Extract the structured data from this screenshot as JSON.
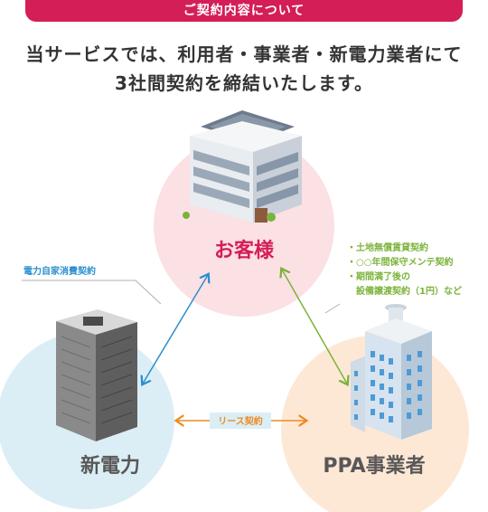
{
  "header": {
    "title": "ご契約内容について"
  },
  "intro": {
    "line1": "当サービスでは、利用者・事業者・新電力業者にて",
    "line2": "3社間契約を締結いたします。"
  },
  "parties": {
    "customer": {
      "label": "お客様",
      "circle_color": "#fbe0e4",
      "label_color": "#d41e57"
    },
    "new_power": {
      "label": "新電力",
      "circle_color": "#dbeef6",
      "label_color": "#595757"
    },
    "ppa": {
      "label": "PPA事業者",
      "circle_color": "#fde8d6",
      "label_color": "#595757"
    }
  },
  "contracts": {
    "self_consumption": {
      "label": "電力自家消費契約",
      "color": "#2a8fd0"
    },
    "lease": {
      "label": "リース契約",
      "color": "#ec8b22"
    },
    "ppa_items": [
      "・土地無償賃貸契約",
      "・○○年間保守メンテ契約",
      "・期間満了後の",
      "　設備譲渡契約（1円）など"
    ],
    "ppa_color": "#7bb33a"
  },
  "icons": [
    "building-customer-icon",
    "building-new-power-icon",
    "building-ppa-icon"
  ]
}
